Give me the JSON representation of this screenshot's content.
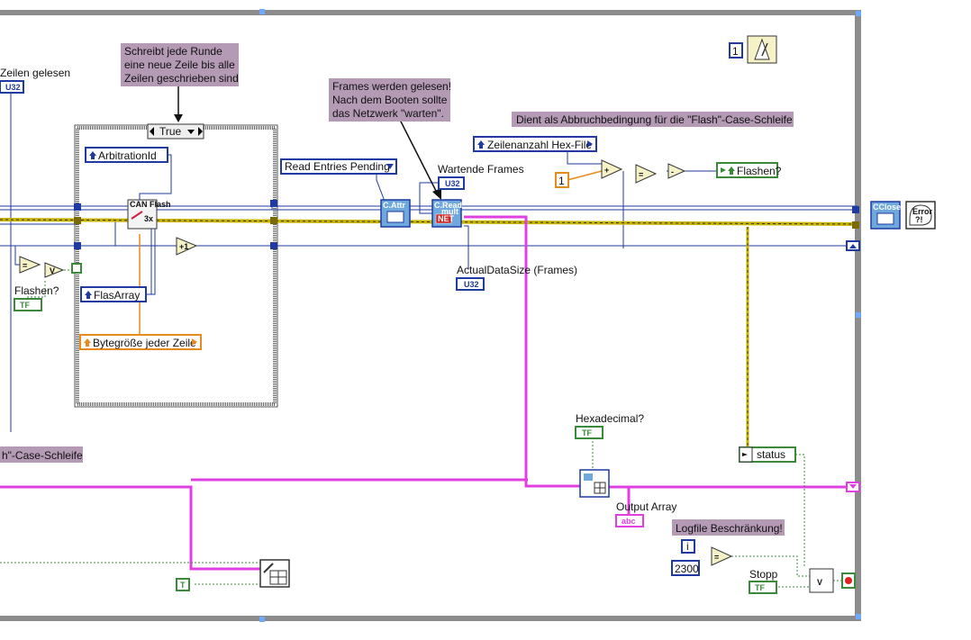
{
  "comments": {
    "schreibt_1": "Schreibt jede Runde",
    "schreibt_2": "eine neue Zeile bis alle",
    "schreibt_3": "Zeilen geschrieben sind",
    "frames_1": "Frames werden gelesen!",
    "frames_2": "Nach dem Booten sollte",
    "frames_3": "das Netzwerk \"warten\".",
    "abbruch": "Dient als Abbruchbedingung für die \"Flash\"-Case-Schleife",
    "logfile": "Logfile Beschränkung!",
    "case_schleife": "h\"-Case-Schleife"
  },
  "labels": {
    "zeilen_gelesen": "Zeilen gelesen",
    "flashen": "Flashen?",
    "wartende_frames": "Wartende Frames",
    "actual_data_size": "ActualDataSize (Frames)",
    "hexadecimal": "Hexadecimal?",
    "output_array": "Output Array",
    "stopp": "Stopp"
  },
  "case_structure": {
    "selector": "True"
  },
  "nodes": {
    "arbitration_id": "ArbitrationId",
    "flas_array": "FlasArray",
    "bytegroesse": "Bytegröße jeder Zeile",
    "read_entries_pending": "Read Entries Pending",
    "zeilenanzahl": "Zeilenanzahl Hex-File",
    "flashen_out": "Flashen?",
    "status": "status"
  },
  "terminals": {
    "u32": "U32",
    "tf": "TF",
    "abc": "abc",
    "true_const": "T",
    "iter": "i",
    "const_one": "1",
    "const_one_b": "1",
    "const_2300": "2300",
    "plus_one": "+1",
    "plus": "+",
    "minus": "-",
    "equal": "=",
    "or_v": "V",
    "error_q": "Error ?!"
  },
  "subvis": {
    "can_flash": "CAN Flash",
    "attr": "C.Attr",
    "read": "C.Read",
    "close": "CClose",
    "net": "NET",
    "mult": "mult"
  },
  "colors": {
    "wire_blue": "#1f3aa0",
    "wire_orange": "#e98b1c",
    "wire_pink": "#e040e0",
    "wire_green": "#3a8a3a",
    "comment_bg": "#b49ab4",
    "frame_gray": "#8c8c8c"
  }
}
